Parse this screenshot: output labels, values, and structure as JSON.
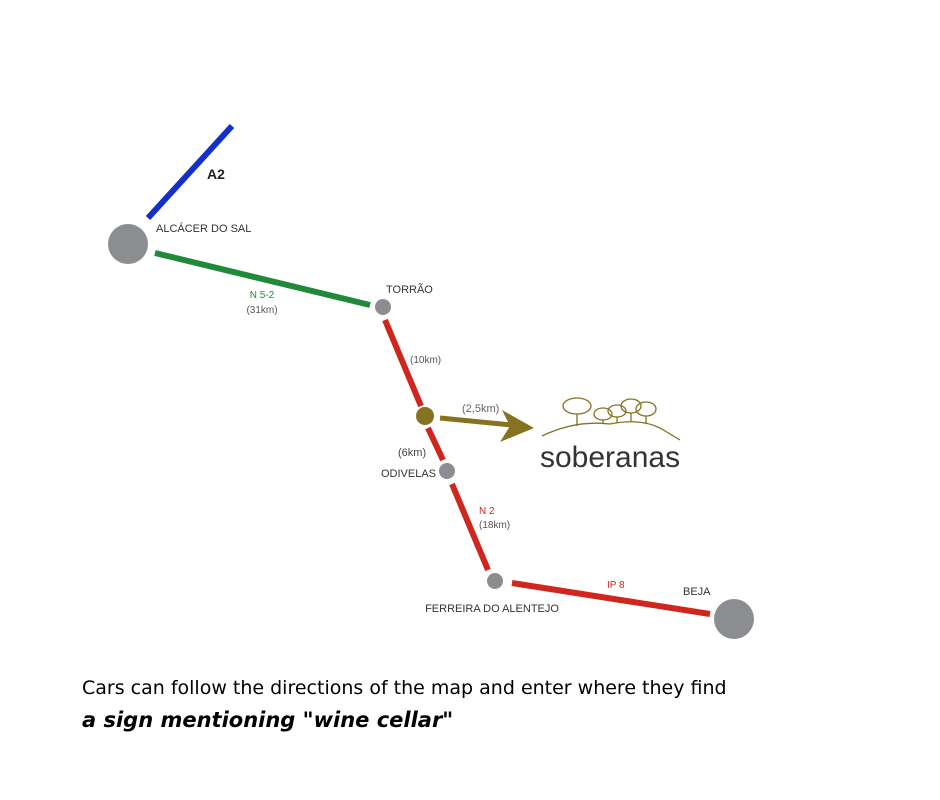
{
  "map": {
    "roads": {
      "a2": "A2",
      "n52": "N 5-2",
      "n52_distance": "(31km)",
      "torrao_segment_distance": "(10km)",
      "winery_distance": "(2,5km)",
      "odivelas_segment_distance": "(6km)",
      "n2": "N 2",
      "n2_distance": "(18km)",
      "ip8": "IP 8"
    },
    "places": {
      "alcacer": "ALCÁCER DO SAL",
      "torrao": "TORRÃO",
      "odivelas": "ODIVELAS",
      "ferreira": "FERREIRA DO ALENTEJO",
      "beja": "BEJA"
    },
    "logo": "soberanas",
    "colors": {
      "blue": "#1530c8",
      "green": "#1e8a3a",
      "red": "#d0261e",
      "gray": "#8c8d91",
      "gold": "#857320"
    }
  },
  "caption": {
    "line1": "Cars can follow the directions of the map and enter where they find",
    "line2": "a sign mentioning \"wine cellar\""
  }
}
